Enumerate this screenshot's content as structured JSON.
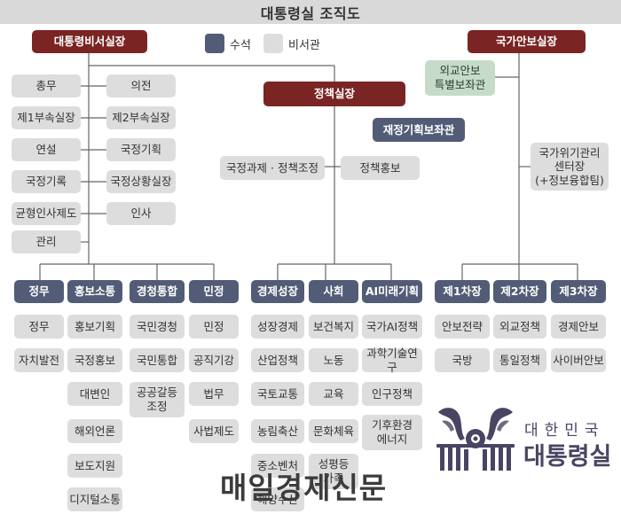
{
  "title": "대통령실 조직도",
  "legend": {
    "chief": "수석",
    "secretary": "비서관"
  },
  "chief_of_staff": {
    "title": "대통령비서실장",
    "left_col": [
      "총무",
      "제1부속실장",
      "연설",
      "국정기록",
      "균형인사제도",
      "관리"
    ],
    "right_col": [
      "의전",
      "제2부속실장",
      "국정기획",
      "국정상황실장",
      "인사"
    ]
  },
  "policy": {
    "title": "정책실장",
    "fiscal": "재정기획보좌관",
    "tasks": "국정과제 · 정책조정",
    "pr": "정책홍보"
  },
  "security": {
    "title": "국가안보실장",
    "diplomacy": "외교안보\n특별보좌관",
    "crisis": "국가위기관리\n센터장\n(+정보융합팀)"
  },
  "secretaries": [
    {
      "title": "정무",
      "members": [
        "정무",
        "자치발전"
      ]
    },
    {
      "title": "홍보소통",
      "members": [
        "홍보기획",
        "국정홍보",
        "대변인",
        "해외언론",
        "보도지원",
        "디지털소통"
      ]
    },
    {
      "title": "경청통합",
      "members": [
        "국민경청",
        "국민통합",
        "공공갈등\n조정"
      ]
    },
    {
      "title": "민정",
      "members": [
        "민정",
        "공직기강",
        "법무",
        "사법제도"
      ]
    },
    {
      "title": "경제성장",
      "members": [
        "성장경제",
        "산업정책",
        "국토교통",
        "농림축산",
        "중소벤처",
        "해양수산"
      ]
    },
    {
      "title": "사회",
      "members": [
        "보건복지",
        "노동",
        "교육",
        "문화체육",
        "성평등\n가족"
      ]
    },
    {
      "title": "AI미래기획",
      "members": [
        "국가AI정책",
        "과학기술연구",
        "인구정책",
        "기후환경\n에너지"
      ]
    },
    {
      "title": "제1차장",
      "members": [
        "안보전략",
        "국방"
      ]
    },
    {
      "title": "제2차장",
      "members": [
        "외교정책",
        "통일정책"
      ]
    },
    {
      "title": "제3차장",
      "members": [
        "경제안보",
        "사이버안보"
      ]
    }
  ],
  "watermark": "매일경제신문",
  "logo": {
    "line1": "대한민국",
    "line2": "대통령실"
  }
}
